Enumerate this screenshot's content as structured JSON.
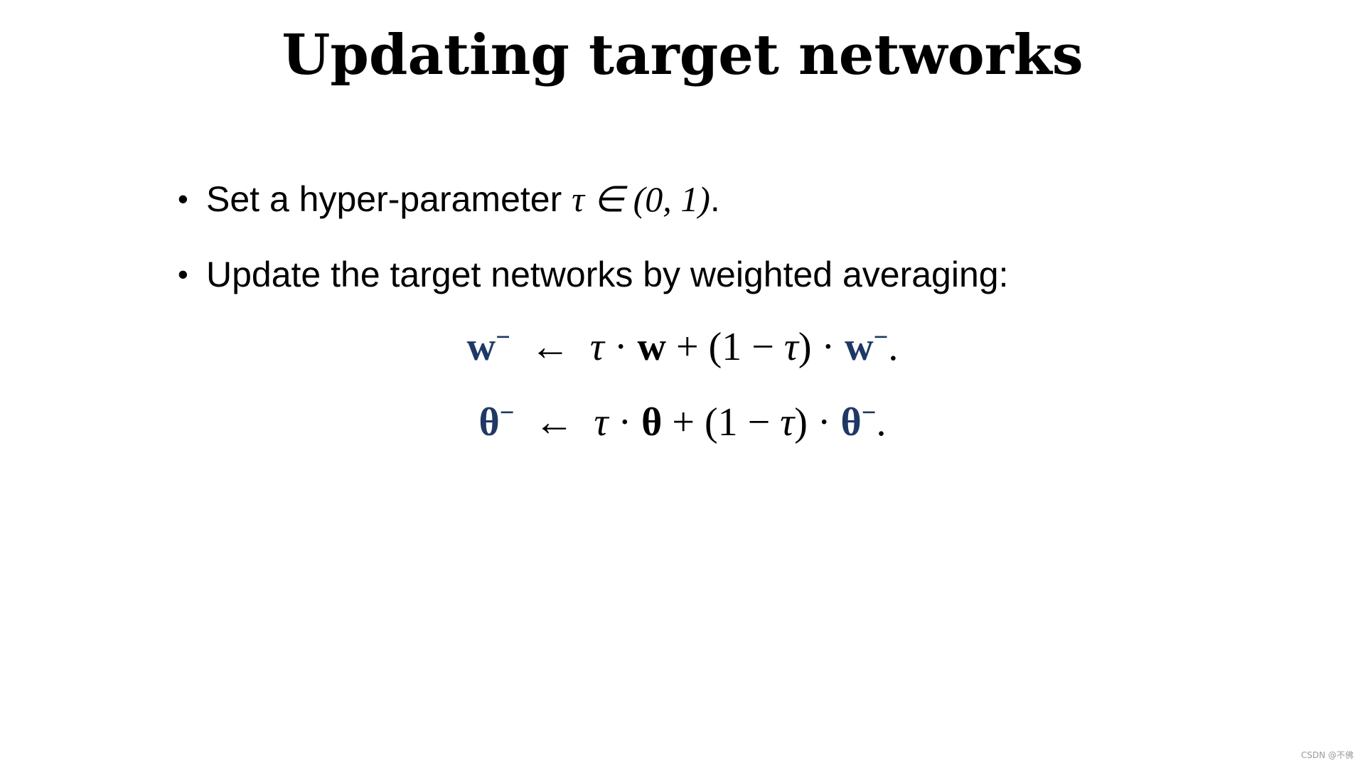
{
  "slide": {
    "title": "Updating target networks",
    "accent_color": "#1f3864"
  },
  "bullets": [
    {
      "text": "Set a hyper-parameter ",
      "math": "τ ∈ (0, 1)",
      "suffix": "."
    },
    {
      "text": "Update the target networks by weighted averaging:"
    }
  ],
  "equations": [
    {
      "lhs_var": "w",
      "lhs_sup": "−",
      "arrow": "←",
      "tau": "τ",
      "dot1": "·",
      "bold_var": "w",
      "middle": " + (1 − ",
      "tau2": "τ",
      "close": ") ·",
      "rhs_var": "w",
      "rhs_sup": "−",
      "period": "."
    },
    {
      "lhs_var": "θ",
      "lhs_sup": "−",
      "arrow": "←",
      "tau": "τ",
      "dot1": "·",
      "bold_var": "θ",
      "middle": " + (1 − ",
      "tau2": "τ",
      "close": ") ·",
      "rhs_var": "θ",
      "rhs_sup": "−",
      "period": "."
    }
  ],
  "watermark": "CSDN @不佛"
}
